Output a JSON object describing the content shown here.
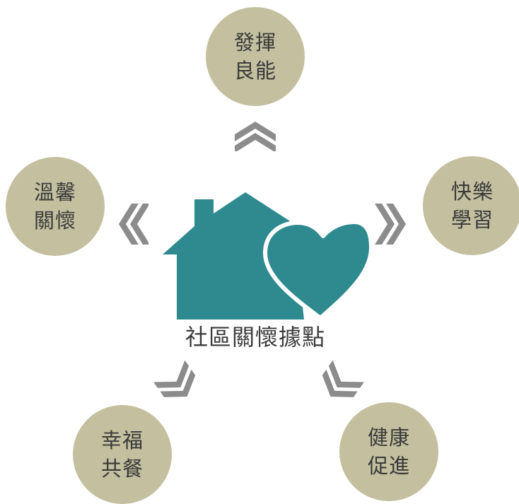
{
  "center": {
    "title": "社區關懷據點",
    "house_color": "#2f8a8f",
    "heart_color": "#2f8a8f"
  },
  "nodes": {
    "top": {
      "line1": "發揮",
      "line2": "良能"
    },
    "left": {
      "line1": "溫馨",
      "line2": "關懷"
    },
    "right": {
      "line1": "快樂",
      "line2": "學習"
    },
    "bottom_left": {
      "line1": "幸福",
      "line2": "共餐"
    },
    "bottom_right": {
      "line1": "健康",
      "line2": "促進"
    }
  },
  "colors": {
    "circle": "#c3bf9f",
    "arrow": "#8c8c8c",
    "text": "#3a3a3a"
  }
}
